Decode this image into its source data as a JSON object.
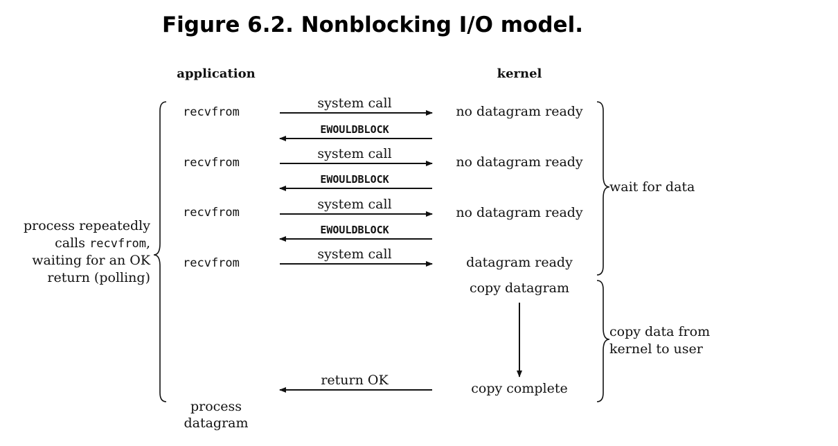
{
  "title": "Figure 6.2. Nonblocking I/O model.",
  "headers": {
    "application": "application",
    "kernel": "kernel"
  },
  "exchange": [
    {
      "app_call": "recvfrom",
      "request": "system call",
      "kernel_state": "no datagram ready",
      "reply": "EWOULDBLOCK"
    },
    {
      "app_call": "recvfrom",
      "request": "system call",
      "kernel_state": "no datagram ready",
      "reply": "EWOULDBLOCK"
    },
    {
      "app_call": "recvfrom",
      "request": "system call",
      "kernel_state": "no datagram ready",
      "reply": "EWOULDBLOCK"
    },
    {
      "app_call": "recvfrom",
      "request": "system call",
      "kernel_state": "datagram ready"
    }
  ],
  "kernel_copy": {
    "start": "copy datagram",
    "end": "copy complete",
    "return_label": "return OK"
  },
  "app_brace_note": {
    "line1": "process repeatedly",
    "line2_prefix": "calls ",
    "line2_code": "recvfrom",
    "line2_suffix": ",",
    "line3": "waiting for an OK",
    "line4": "return (polling)"
  },
  "process_datagram": {
    "line1": "process",
    "line2": "datagram"
  },
  "phases": {
    "wait": "wait for data",
    "copy_line1": "copy data from",
    "copy_line2": "kernel to user"
  }
}
